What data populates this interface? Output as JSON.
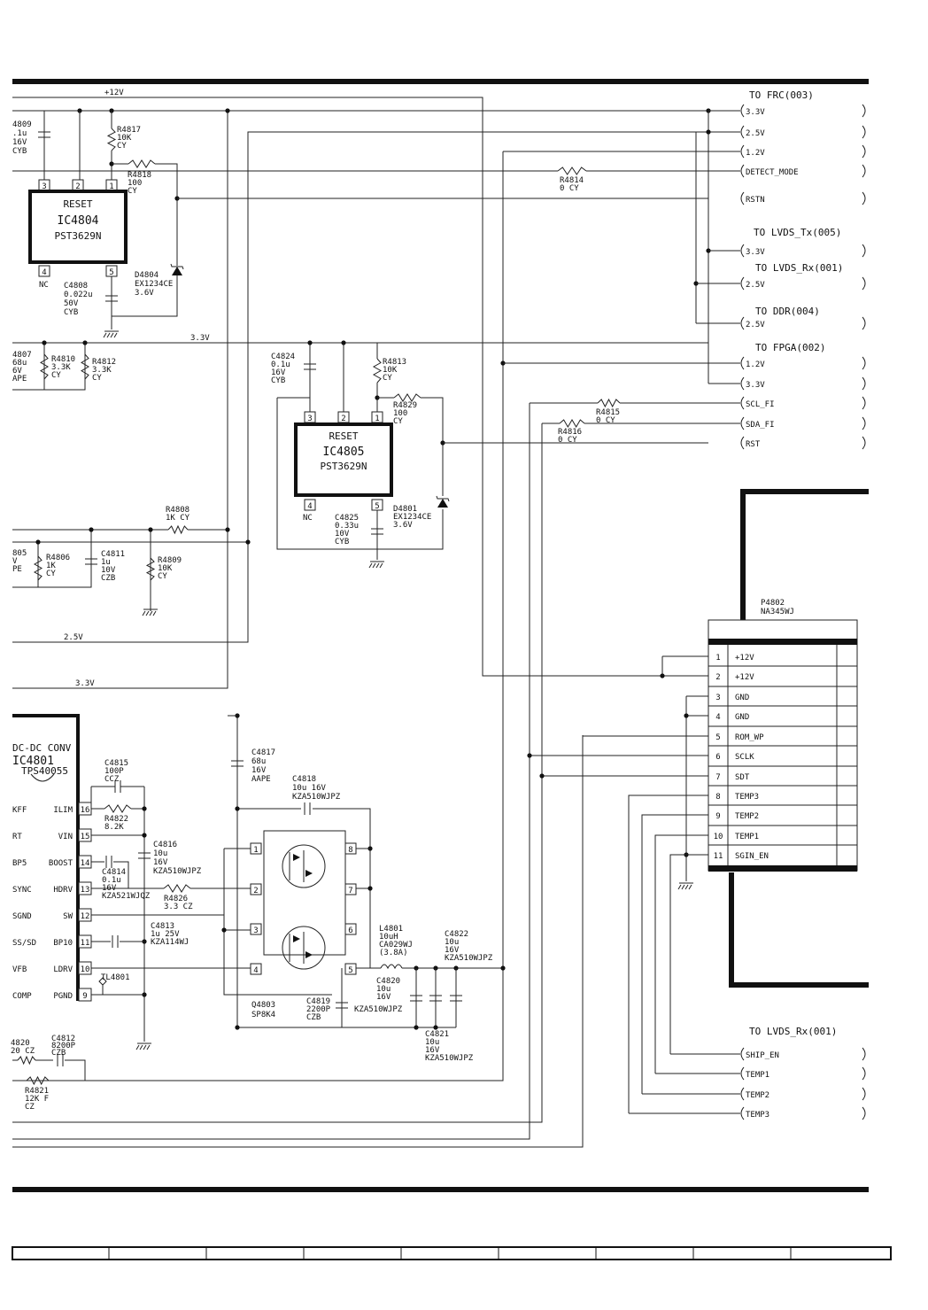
{
  "rails": {
    "v12": "+12V",
    "v33": "3.3V",
    "v25": "2.5V",
    "v33b": "3.3V"
  },
  "ic4804": {
    "ref": "IC4804",
    "func": "RESET",
    "part": "PST3629N",
    "pins": [
      "3",
      "2",
      "1",
      "4",
      "5"
    ],
    "nc": "NC"
  },
  "ic4805": {
    "ref": "IC4805",
    "func": "RESET",
    "part": "PST3629N",
    "pins": [
      "3",
      "2",
      "1",
      "4",
      "5"
    ],
    "nc": "NC"
  },
  "parts": {
    "c4809": [
      "4809",
      ".1u",
      "16V",
      "CYB"
    ],
    "r4817": [
      "R4817",
      "10K",
      "CY"
    ],
    "r4818": [
      "R4818",
      "100",
      "CY"
    ],
    "d4804": [
      "D4804",
      "EX1234CE",
      "3.6V"
    ],
    "c4808": [
      "C4808",
      "0.022u",
      "50V",
      "CYB"
    ],
    "c4807": [
      "4807",
      "68u",
      "6V",
      "APE"
    ],
    "r4810": [
      "R4810",
      "3.3K",
      "CY"
    ],
    "r4812": [
      "R4812",
      "3.3K",
      "CY"
    ],
    "c4824": [
      "C4824",
      "0.1u",
      "16V",
      "CYB"
    ],
    "r4813": [
      "R4813",
      "10K",
      "CY"
    ],
    "r4829": [
      "R4829",
      "100",
      "CY"
    ],
    "d4801": [
      "D4801",
      "EX1234CE",
      "3.6V"
    ],
    "c4825": [
      "C4825",
      "0.33u",
      "10V",
      "CYB"
    ],
    "r4808": [
      "R4808",
      "1K CY"
    ],
    "c4805": [
      "805",
      "V",
      "PE"
    ],
    "r4806": [
      "R4806",
      "1K",
      "CY"
    ],
    "c4811": [
      "C4811",
      "1u",
      "10V",
      "CZB"
    ],
    "r4809": [
      "R4809",
      "10K",
      "CY"
    ],
    "r4814": [
      "R4814",
      "0  CY"
    ],
    "r4815": [
      "R4815",
      "0  CY"
    ],
    "r4816": [
      "R4816",
      "0  CY"
    ],
    "c4817": [
      "C4817",
      "68u",
      "16V",
      "AAPE"
    ],
    "c4818": [
      "C4818",
      "10u  16V",
      "KZA510WJPZ"
    ],
    "c4815": [
      "C4815",
      "100P",
      "CCZ"
    ],
    "r4822": [
      "R4822",
      "8.2K"
    ],
    "c4816": [
      "C4816",
      "10u",
      "16V",
      "KZA510WJPZ"
    ],
    "c4814": [
      "C4814",
      "0.1u",
      "16V",
      "KZA521WJQZ"
    ],
    "r4826": [
      "R4826",
      "3.3 CZ"
    ],
    "c4813": [
      "C4813",
      "1u 25V",
      "KZA114WJ"
    ],
    "tl4801": [
      "TL4801"
    ],
    "l4801": [
      "L4801",
      "10uH",
      "CA029WJ",
      "(3.8A)"
    ],
    "c4822": [
      "C4822",
      "10u",
      "16V",
      "KZA510WJPZ"
    ],
    "c4820": [
      "C4820",
      "10u",
      "16V"
    ],
    "c4819": [
      "C4819",
      "2200P",
      "CZB"
    ],
    "c4819b": [
      "KZA510WJPZ"
    ],
    "c4821": [
      "C4821",
      "10u",
      "16V",
      "KZA510WJPZ"
    ],
    "q4803": [
      "Q4803",
      "SP8K4"
    ],
    "c4812": [
      "C4812",
      "8200P",
      "CZB"
    ],
    "r4820": [
      "4820",
      "20 CZ"
    ],
    "r4821": [
      "R4821",
      "12K F",
      "CZ"
    ]
  },
  "ic4801": {
    "title": "DC-DC CONV",
    "ref": "IC4801",
    "part": "TPS40055",
    "pins": [
      {
        "name": "KFF",
        "func": "ILIM",
        "num": "16"
      },
      {
        "name": "RT",
        "func": "VIN",
        "num": "15"
      },
      {
        "name": "BP5",
        "func": "BOOST",
        "num": "14"
      },
      {
        "name": "SYNC",
        "func": "HDRV",
        "num": "13"
      },
      {
        "name": "SGND",
        "func": "SW",
        "num": "12"
      },
      {
        "name": "SS/SD",
        "func": "BP10",
        "num": "11"
      },
      {
        "name": "VFB",
        "func": "LDRV",
        "num": "10"
      },
      {
        "name": "COMP",
        "func": "PGND",
        "num": "9"
      }
    ]
  },
  "q4803_pins": [
    "1",
    "2",
    "8",
    "7",
    "3",
    "4",
    "6",
    "5"
  ],
  "connectors": {
    "frc": {
      "title": "TO FRC(003)",
      "signals": [
        "3.3V",
        "2.5V",
        "1.2V",
        "DETECT_MODE",
        "RSTN"
      ]
    },
    "lvds_tx": {
      "title": "TO LVDS_Tx(005)",
      "signals": [
        "3.3V"
      ]
    },
    "lvds_rx": {
      "title": "TO LVDS_Rx(001)",
      "signals": [
        "2.5V"
      ]
    },
    "ddr": {
      "title": "TO DDR(004)",
      "signals": [
        "2.5V"
      ]
    },
    "fpga": {
      "title": "TO FPGA(002)",
      "signals": [
        "1.2V",
        "3.3V",
        "SCL_FI",
        "SDA_FI",
        "RST"
      ]
    },
    "lvds_rx2": {
      "title": "TO LVDS_Rx(001)",
      "signals": [
        "SHIP_EN",
        "TEMP1",
        "TEMP2",
        "TEMP3"
      ]
    }
  },
  "p4802": {
    "ref": "P4802",
    "part": "NA345WJ",
    "pins": [
      {
        "num": "1",
        "sig": "+12V"
      },
      {
        "num": "2",
        "sig": "+12V"
      },
      {
        "num": "3",
        "sig": "GND"
      },
      {
        "num": "4",
        "sig": "GND"
      },
      {
        "num": "5",
        "sig": "ROM_WP"
      },
      {
        "num": "6",
        "sig": "SCLK"
      },
      {
        "num": "7",
        "sig": "SDT"
      },
      {
        "num": "8",
        "sig": "TEMP3"
      },
      {
        "num": "9",
        "sig": "TEMP2"
      },
      {
        "num": "10",
        "sig": "TEMP1"
      },
      {
        "num": "11",
        "sig": "SGIN_EN"
      }
    ]
  }
}
